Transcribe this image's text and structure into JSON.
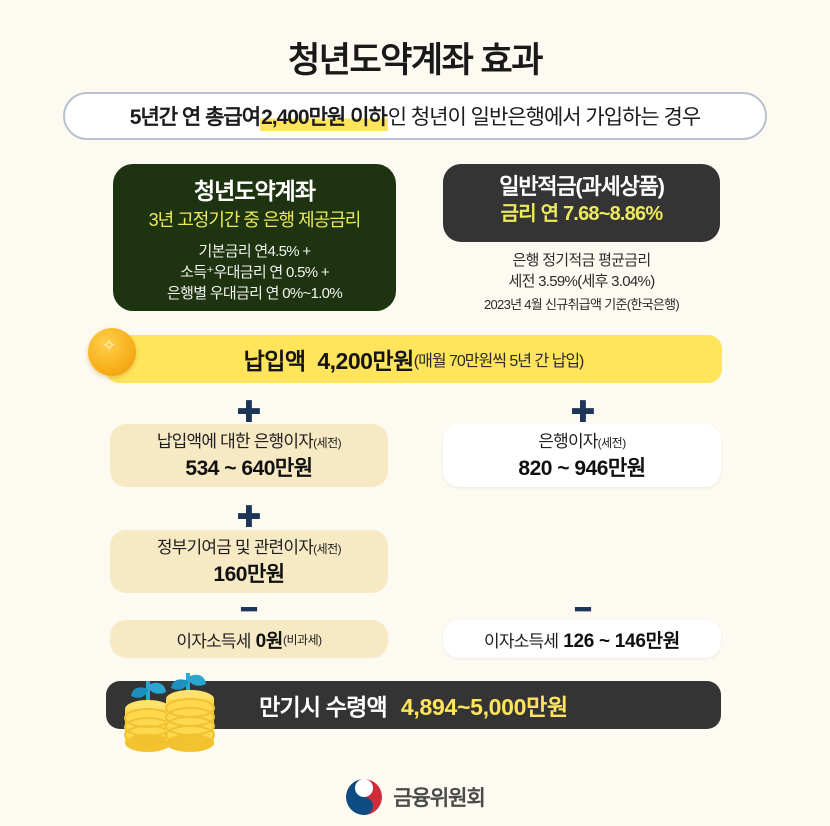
{
  "page": {
    "background_color": "#fdfaf2",
    "title": "청년도약계좌 효과"
  },
  "subtitle": {
    "prefix": "5년간 연 총급여 ",
    "highlight": "2,400만원 이하",
    "suffix": "인 청년이 일반은행에서 가입하는 경우",
    "highlight_color": "#ffe45c"
  },
  "comparison": {
    "left": {
      "title": "청년도약계좌",
      "subtitle": "3년 고정기간 중 은행 제공금리",
      "lines": [
        "기본금리 연4.5% +",
        "소득⁺우대금리 연 0.5% +",
        "은행별 우대금리 연 0%~1.0%"
      ],
      "bg_color": "#1e3310",
      "accent_color": "#ecea5c"
    },
    "right": {
      "title": "일반적금(과세상품)",
      "rate": "금리 연 7.68~8.86%",
      "notes": [
        "은행 정기적금 평균금리",
        "세전 3.59%(세후 3.04%)",
        "2023년 4월 신규취급액 기준(한국은행)"
      ],
      "bg_color": "#343434",
      "accent_color": "#ecea5c"
    }
  },
  "deposit": {
    "label": "납입액",
    "amount": "4,200만원",
    "note": "(매월 70만원씩 5년 간 납입)",
    "bg_color": "#ffe45c",
    "badge_icon": "sparkle-coin-icon"
  },
  "operators": {
    "plus": "✚",
    "minus": "━"
  },
  "flow": {
    "left_column": [
      {
        "operator": "plus",
        "label": "납입액에 대한 은행이자",
        "label_small": "(세전)",
        "amount": "534 ~ 640만원",
        "style": "beige"
      },
      {
        "operator": "plus",
        "label": "정부기여금 및 관련이자",
        "label_small": "(세전)",
        "amount": "160만원",
        "style": "beige"
      },
      {
        "operator": "minus",
        "label": "이자소득세",
        "amount": "0원",
        "label_small": "(비과세)",
        "style": "beige",
        "inline": true
      }
    ],
    "right_column": [
      {
        "operator": "plus",
        "label": "은행이자",
        "label_small": "(세전)",
        "amount": "820 ~ 946만원",
        "style": "white"
      },
      {
        "operator": "minus",
        "label": "이자소득세",
        "amount": "126 ~ 146만원",
        "style": "white",
        "inline": true
      }
    ]
  },
  "result": {
    "label": "만기시 수령액",
    "amount": "4,894~5,000만원",
    "bg_color": "#343434",
    "amount_color": "#ffe45c",
    "art_icon": "coin-stack-sprout-icon"
  },
  "footer": {
    "organization": "금융위원회",
    "logo_icon": "taegeuk-logo-icon"
  }
}
